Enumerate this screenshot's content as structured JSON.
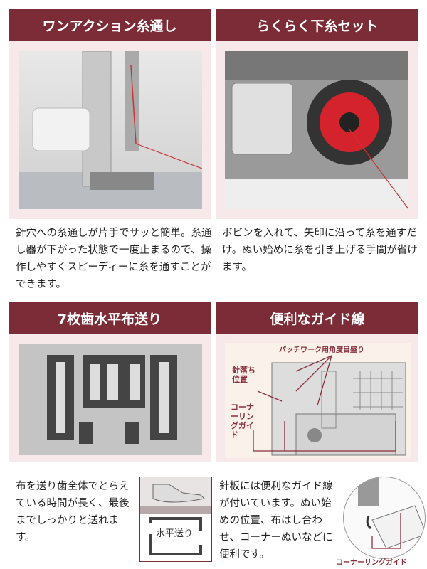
{
  "features": [
    {
      "title": "ワンアクション糸通し",
      "description": "針穴への糸通しが片手でサッと簡単。糸通し器が下がった状態で一度止まるので、操作しやすくスピーディーに糸を通すことができます。"
    },
    {
      "title": "らくらく下糸セット",
      "description": "ボビンを入れて、矢印に沿って糸を通すだけ。ぬい始めに糸を引き上げる手間が省けます。"
    },
    {
      "title": "7枚歯水平布送り",
      "description": "布を送り歯全体でとらえている時間が長く、最後までしっかりと送れます。",
      "diagram_label": "水平送り"
    },
    {
      "title": "便利なガイド線",
      "description": "針板には便利なガイド線が付いています。ぬい始めの位置、布はし合わせ、コーナーぬいなどに便利です。",
      "diagram_labels": {
        "angle": "パッチワーク用角度目盛り",
        "needle": "針落ち位置",
        "cornering": "コーナーリングガイド"
      },
      "inset_label": "コーナーリングガイド"
    }
  ],
  "colors": {
    "header": "#7b2c37",
    "panel": "#f7e9ea",
    "accent": "#8a2f3c"
  }
}
